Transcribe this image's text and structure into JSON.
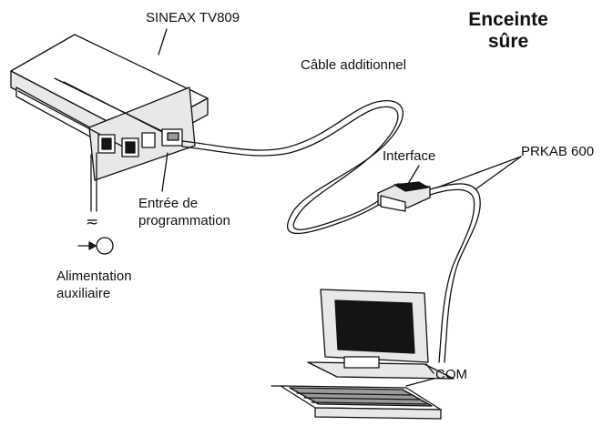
{
  "labels": {
    "device": "SINEAX TV809",
    "zone_line1": "Enceinte",
    "zone_line2": "sûre",
    "cable": "Câble additionnel",
    "interface": "Interface",
    "prkab": "PRKAB 600",
    "programming_line1": "Entrée de",
    "programming_line2": "programmation",
    "supply_symbol": "≂",
    "aux_line1": "Alimentation",
    "aux_line2": "auxiliaire",
    "com": "COM"
  }
}
